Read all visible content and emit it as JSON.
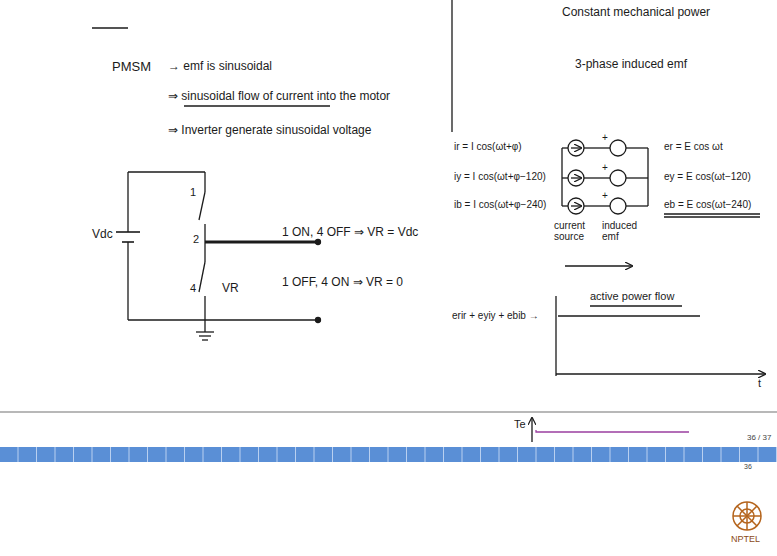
{
  "diagram": {
    "labels": [
      "PMSM",
      "→ emf is sinusoidal",
      "⇒ sinusoidal flow of current into the motor",
      "⇒ Inverter generate sinusoidal voltage",
      "Vdc",
      "1",
      "2",
      "4",
      "VR",
      "1 ON, 4 OFF ⇒ VR = Vdc",
      "1 OFF, 4 ON ⇒ VR = 0",
      "Constant mechanical power",
      "3-phase induced emf",
      "ir = I cos(ωt+φ)",
      "iy = I cos(ωt+φ−120)",
      "ib = I cos(ωt+φ−240)",
      "er = E cos ωt",
      "ey = E cos(ωt−120)",
      "eb = E cos(ωt−240)",
      "+",
      "+",
      "+",
      "current source",
      "induced emf",
      "active power flow",
      "erir + eyiy + ebib →",
      "t",
      "Te",
      "36 / 37",
      "36",
      "NPTEL"
    ]
  }
}
